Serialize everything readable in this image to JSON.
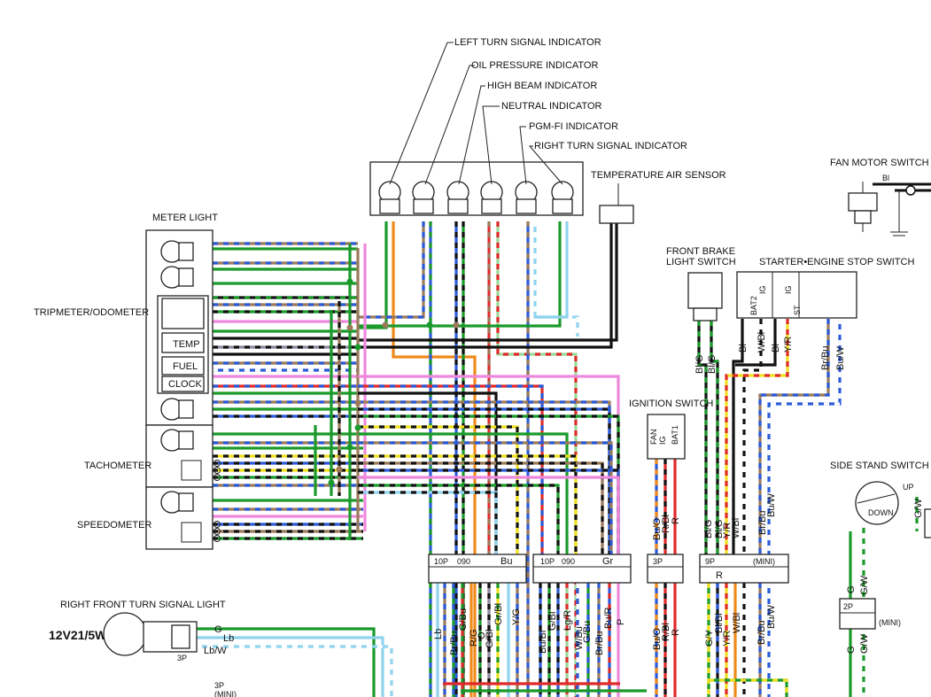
{
  "colors": {
    "green": "#1a9a2a",
    "brown": "#9a7a5a",
    "blue": "#2a5ad8",
    "lightblue": "#8fd3ee",
    "orange": "#f08a1a",
    "red": "#e02a2a",
    "black": "#111111",
    "pink": "#ee88dd",
    "yellow": "#f0e020",
    "lightgreen": "#9ad99a",
    "gray": "#8a8aa0",
    "white": "#ffffff"
  },
  "labels": {
    "left_turn": "LEFT TURN SIGNAL INDICATOR",
    "oil": "OIL PRESSURE INDICATOR",
    "high_beam": "HIGH BEAM INDICATOR",
    "neutral": "NEUTRAL INDICATOR",
    "pgm": "PGM-FI INDICATOR",
    "right_turn": "RIGHT TURN SIGNAL INDICATOR",
    "temp_air": "TEMPERATURE AIR SENSOR",
    "meter_light": "METER LIGHT",
    "tripmeter": "TRIPMETER/ODOMETER",
    "tachometer": "TACHOMETER",
    "speedometer": "SPEEDOMETER",
    "temp": "TEMP",
    "fuel": "FUEL",
    "clock": "CLOCK",
    "fan_motor": "FAN MOTOR SWITCH",
    "front_brake_1": "FRONT BRAKE",
    "front_brake_2": "LIGHT SWITCH",
    "starter": "STARTER•ENGINE STOP SWITCH",
    "ignition": "IGNITION SWITCH",
    "side_stand": "SIDE STAND SWITCH",
    "right_front_turn": "RIGHT FRONT TURN SIGNAL LIGHT",
    "bulb": "12V21/5W",
    "up": "UP",
    "down": "DOWN",
    "mini": "(MINI)",
    "p3": "3P",
    "p2": "2P",
    "bl": "Bl",
    "bat2": "BAT2",
    "ig": "IG",
    "st": "ST",
    "fan": "FAN",
    "bat1": "BAT1",
    "conn_3p_bottom": "3P",
    "conn_3p_mini_bottom": "(MINI)"
  },
  "connectors": [
    {
      "id": "c1",
      "pins": "10P",
      "part": "090",
      "color": "Bu"
    },
    {
      "id": "c2",
      "pins": "10P",
      "part": "090",
      "color": "Gr"
    },
    {
      "id": "c3",
      "pins": "3P",
      "part": "",
      "color": ""
    },
    {
      "id": "c4",
      "pins": "9P",
      "part": "(MINI)",
      "color": "R"
    }
  ],
  "wire_codes": {
    "brake": [
      "Bl/G",
      "Bl/G"
    ],
    "starter": [
      "Bl",
      "W/Bl",
      "Bl",
      "Y/R",
      "Br/Bu",
      "Bu/W"
    ],
    "ignition": [
      "Bu/O",
      "R/Bl",
      "R"
    ],
    "c1_bottom": [
      "Lb",
      "Br/Bu",
      "G/Bu",
      "R/G",
      "O",
      "G/Bl",
      "Gr/Bl",
      "Y/G"
    ],
    "c2_bottom": [
      "Bu/Bl",
      "G/Bl",
      "W/Bu",
      "Lg/R",
      "G/Bu",
      "Br/Bu",
      "Bu/R",
      "P"
    ],
    "c3_bottom": [
      "Bu/O",
      "R/Bl",
      "R"
    ],
    "c4_top": [
      "Bl/G",
      "Bl/G",
      "Y/R",
      "W/Bl",
      "Br/Bu",
      "Bu/W"
    ],
    "c4_bottom": [
      "G/Y",
      "Bl/Bl",
      "Y/R",
      "W/Bl",
      "Br/Bu",
      "Bu/W"
    ],
    "side_stand": [
      "G",
      "G/W",
      "G",
      "G/W",
      "G/W"
    ],
    "turn": [
      "G",
      "Lb",
      "Lb/W"
    ]
  }
}
